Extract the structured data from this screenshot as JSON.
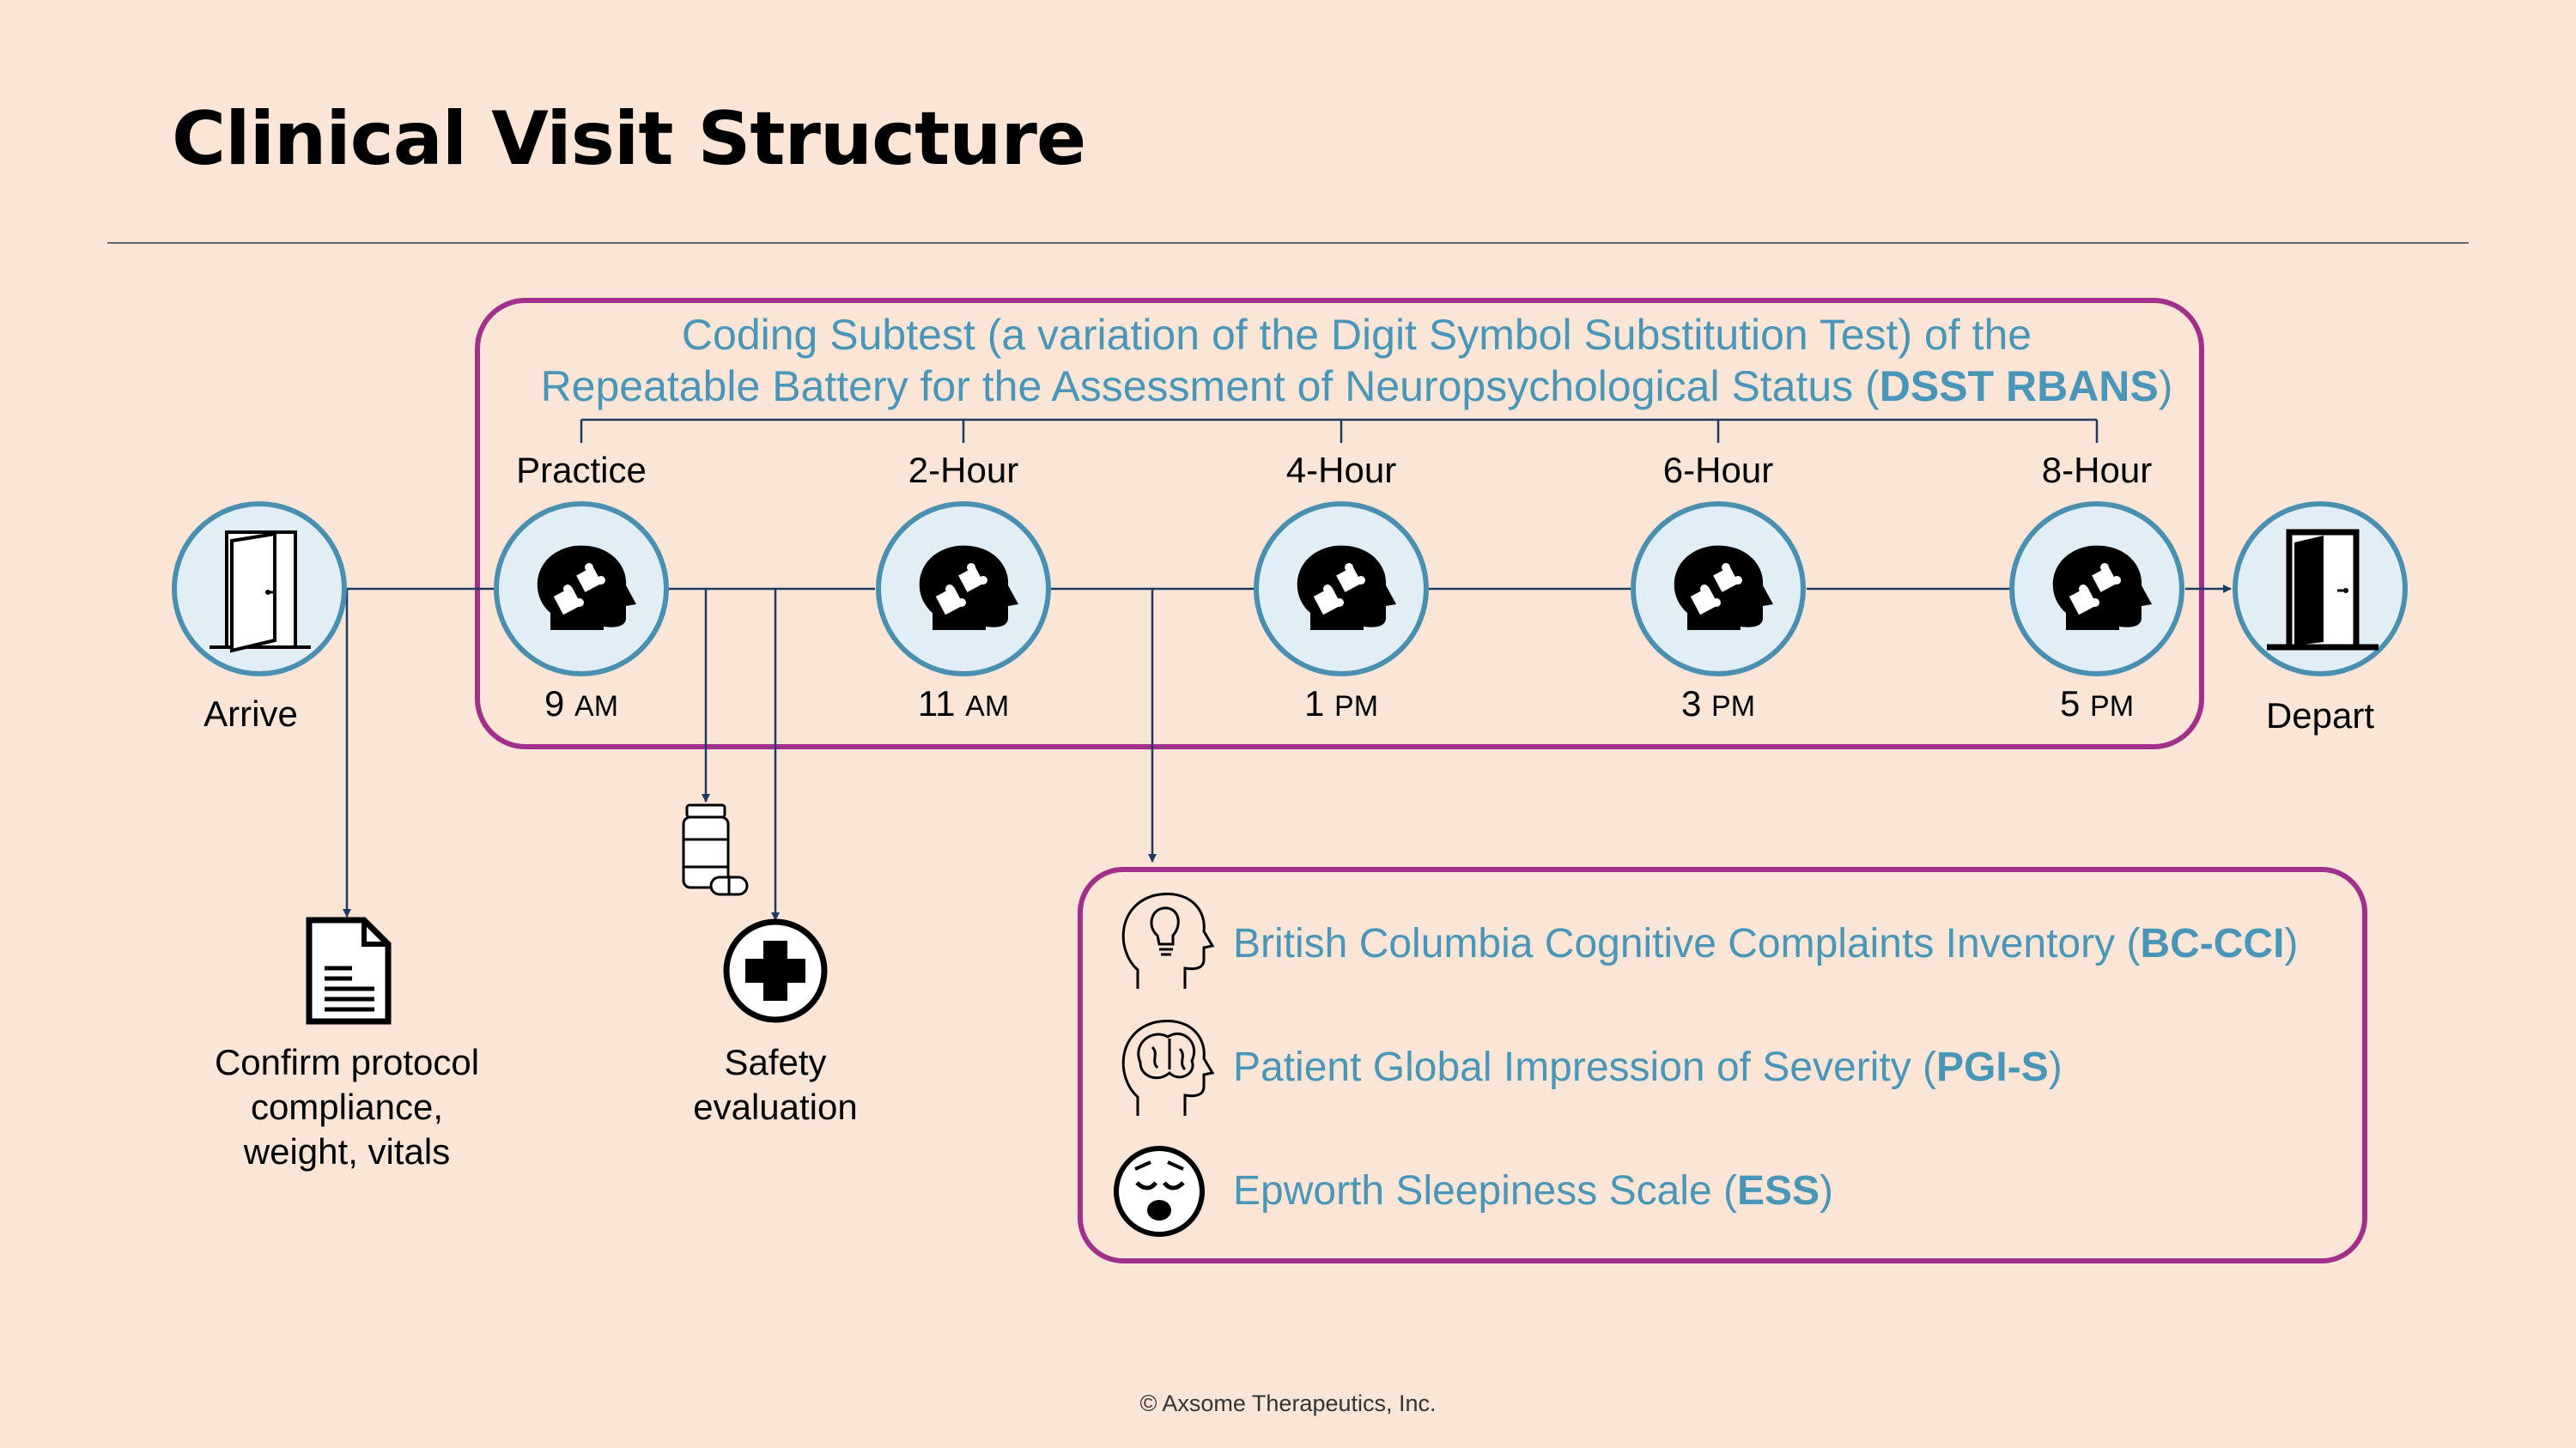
{
  "title": "Clinical Visit Structure",
  "dsst": {
    "line1": "Coding Subtest (a variation of the Digit Symbol Substitution Test) of the",
    "line2_prefix": "Repeatable Battery for the Assessment of Neuropsychological Status (",
    "line2_abbr": "DSST RBANS",
    "line2_suffix": ")"
  },
  "timepoints": [
    {
      "label": "Practice",
      "hour": "9",
      "ampm": "AM"
    },
    {
      "label": "2-Hour",
      "hour": "11",
      "ampm": "AM"
    },
    {
      "label": "4-Hour",
      "hour": "1",
      "ampm": "PM"
    },
    {
      "label": "6-Hour",
      "hour": "3",
      "ampm": "PM"
    },
    {
      "label": "8-Hour",
      "hour": "5",
      "ampm": "PM"
    }
  ],
  "arrive": "Arrive",
  "depart": "Depart",
  "protocol": {
    "line1": "Confirm protocol",
    "line2": "compliance,",
    "line3": "weight, vitals"
  },
  "safety": {
    "line1": "Safety",
    "line2": "evaluation"
  },
  "assessments": [
    {
      "name": "British Columbia Cognitive Complaints Inventory (",
      "abbr": "BC-CCI",
      "close": ")",
      "icon": "lightbulb-head-icon"
    },
    {
      "name": "Patient Global Impression of Severity (",
      "abbr": "PGI-S",
      "close": ")",
      "icon": "brain-head-icon"
    },
    {
      "name": "Epworth Sleepiness Scale (",
      "abbr": "ESS",
      "close": ")",
      "icon": "sleepy-face-icon"
    }
  ],
  "copyright": "© Axsome Therapeutics, Inc.",
  "colors": {
    "background": "#fae5d6",
    "box_border": "#a0308a",
    "circle_border": "#4a8fb0",
    "circle_fill": "#e2eef5",
    "accent_text": "#4a96b8",
    "connector": "#1f3864"
  }
}
